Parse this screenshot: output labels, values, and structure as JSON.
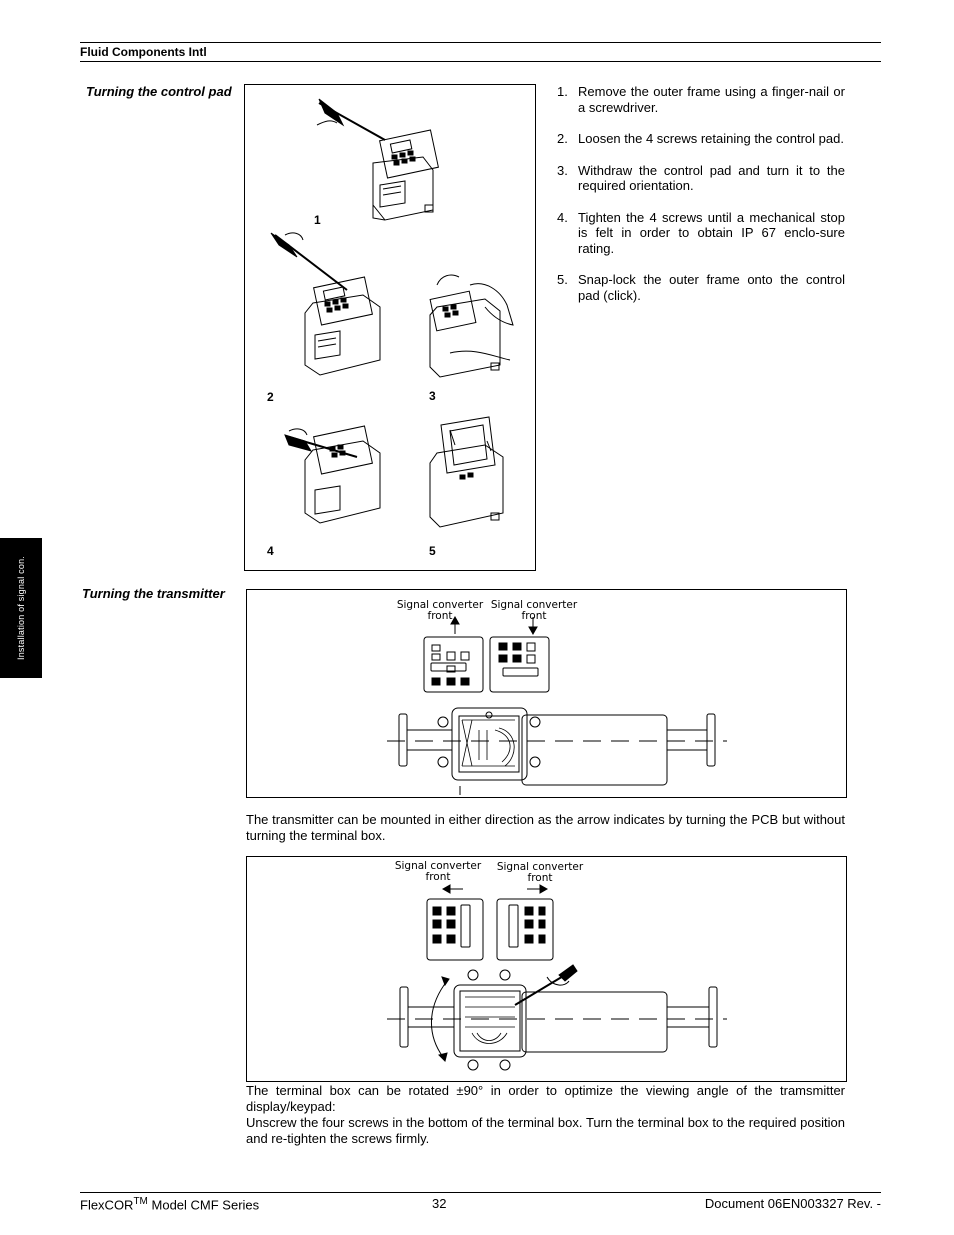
{
  "header": {
    "company": "Fluid Components Intl"
  },
  "side_tab": {
    "label": "Installation of signal con."
  },
  "section1": {
    "label": "Turning the control pad",
    "figure_numbers": [
      "1",
      "2",
      "3",
      "4",
      "5"
    ],
    "steps": [
      {
        "num": "1.",
        "text": "Remove the outer frame using a finger-nail or a screwdriver."
      },
      {
        "num": "2.",
        "text": "Loosen the 4 screws retaining the control pad."
      },
      {
        "num": "3.",
        "text": "Withdraw the control pad and turn it to the required orientation."
      },
      {
        "num": "4.",
        "text": "Tighten the 4 screws until a mechanical stop is felt in order to obtain IP 67 enclo-sure rating."
      },
      {
        "num": "5.",
        "text": "Snap-lock the outer frame onto the control pad (click)."
      }
    ]
  },
  "section2": {
    "label": "Turning the transmitter",
    "diagram1": {
      "caption_left": "Signal converter front",
      "caption_right": "Signal converter front"
    },
    "paragraph1": "The transmitter can be mounted in either direction as the arrow indicates by turning the PCB but without turning the terminal box.",
    "diagram2": {
      "caption_left": "Signal converter front",
      "caption_right": "Signal converter front"
    },
    "paragraph2a": "The terminal box can be rotated ±90° in order to optimize the viewing angle of the tramsmitter display/keypad:",
    "paragraph2b": "Unscrew the four screws in the bottom of the terminal box. Turn the terminal box to the required position and re-tighten the screws firmly."
  },
  "footer": {
    "product": "FlexCOR",
    "trademark": "TM",
    "model": " Model CMF Series",
    "page": "32",
    "document": "Document 06EN003327 Rev. -"
  }
}
